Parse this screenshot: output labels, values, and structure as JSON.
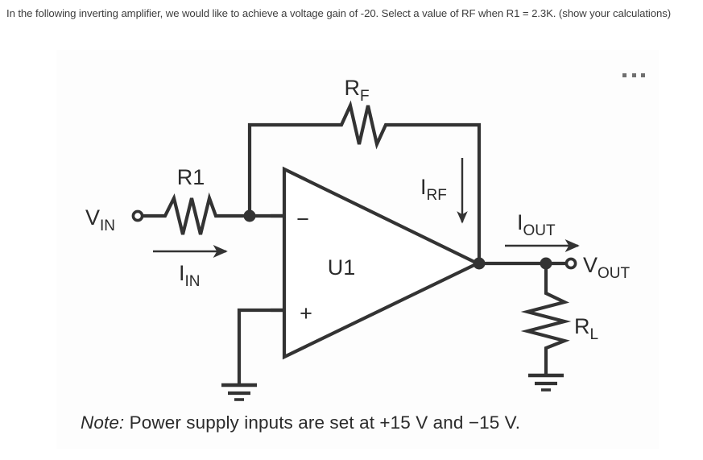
{
  "question": {
    "text": "In the following inverting amplifier, we would like to achieve a voltage gain of -20. Select a value of RF when R1 = 2.3K. (show your calculations)"
  },
  "figure": {
    "kebab_icon": "ellipsis-horizontal-icon",
    "labels": {
      "rf": "R",
      "rf_sub": "F",
      "r1": "R1",
      "vin": "V",
      "vin_sub": "IN",
      "iin": "I",
      "iin_sub": "IN",
      "irf": "I",
      "irf_sub": "RF",
      "iout": "I",
      "iout_sub": "OUT",
      "vout": "V",
      "vout_sub": "OUT",
      "rl": "R",
      "rl_sub": "L",
      "opamp": "U1",
      "minus": "−",
      "plus": "+"
    },
    "note": {
      "word": "Note:",
      "body": " Power supply inputs are set at +15 V and −15 V."
    }
  },
  "colors": {
    "wire": "#333333",
    "text": "#2b2b2b",
    "question_text": "#3d3d3d",
    "panel_bg": "#fdfdfd",
    "page_bg": "#ffffff",
    "kebab": "#6f6f6f"
  }
}
